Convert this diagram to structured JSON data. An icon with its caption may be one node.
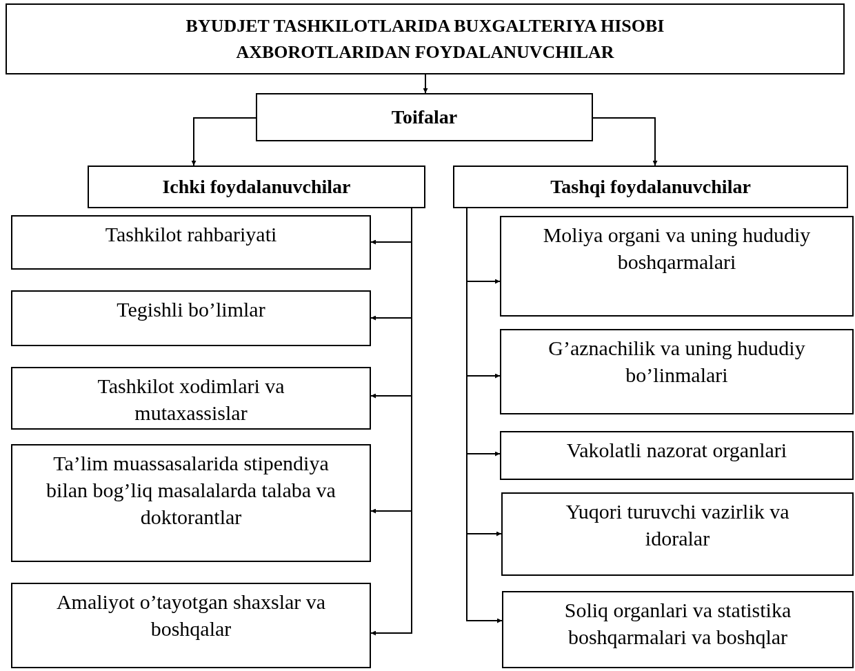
{
  "diagram": {
    "nodes": [
      {
        "text": [
          "BYUDJET TASHKILOTLARIDA BUXGALTERIYA HISOBI AXBOROTLARIDAN FOYDALANUVCHILAR"
        ]
      },
      {
        "text": [
          "Toifalar"
        ]
      },
      {
        "text": [
          "Ichki foydalanuvchilar"
        ]
      },
      {
        "text": [
          "Tashqi foydalanuvchilar"
        ]
      },
      {
        "text": [
          "Tashkilot rahbariyati"
        ]
      },
      {
        "text": [
          "Tegishli bo’limlar"
        ]
      },
      {
        "text": [
          "Tashkilot xodimlari va mutaxassislar"
        ]
      },
      {
        "text": [
          "Ta’lim muassasalarida stipendiya bilan bog’liq masalalarda talaba va doktorantlar"
        ]
      },
      {
        "text": [
          "Amaliyot o’tayotgan shaxslar va boshqalar"
        ]
      },
      {
        "text": [
          "Moliya organi va uning hududiy boshqarmalari"
        ]
      },
      {
        "text": [
          "G’aznachilik va uning hududiy bo’linmalari"
        ]
      },
      {
        "text": [
          "Vakolatli nazorat organlari"
        ]
      },
      {
        "text": [
          "Yuqori turuvchi vazirlik va idoralar"
        ]
      },
      {
        "text": [
          "Soliq organlari va statistika boshqarmalari va boshqlar"
        ]
      }
    ],
    "edges": [
      {
        "from": 0,
        "to": 1,
        "arrow": "to"
      },
      {
        "from": 1,
        "to": 2,
        "arrow": "to"
      },
      {
        "from": 1,
        "to": 3,
        "arrow": "to"
      },
      {
        "from": 2,
        "to": 4,
        "arrow": "to"
      },
      {
        "from": 2,
        "to": 5,
        "arrow": "to"
      },
      {
        "from": 2,
        "to": 6,
        "arrow": "to"
      },
      {
        "from": 2,
        "to": 7,
        "arrow": "to"
      },
      {
        "from": 2,
        "to": 8,
        "arrow": "to"
      },
      {
        "from": 3,
        "to": 9,
        "arrow": "to"
      },
      {
        "from": 3,
        "to": 10,
        "arrow": "to"
      },
      {
        "from": 3,
        "to": 11,
        "arrow": "to"
      },
      {
        "from": 3,
        "to": 12,
        "arrow": "to"
      },
      {
        "from": 3,
        "to": 13,
        "arrow": "to"
      }
    ]
  }
}
